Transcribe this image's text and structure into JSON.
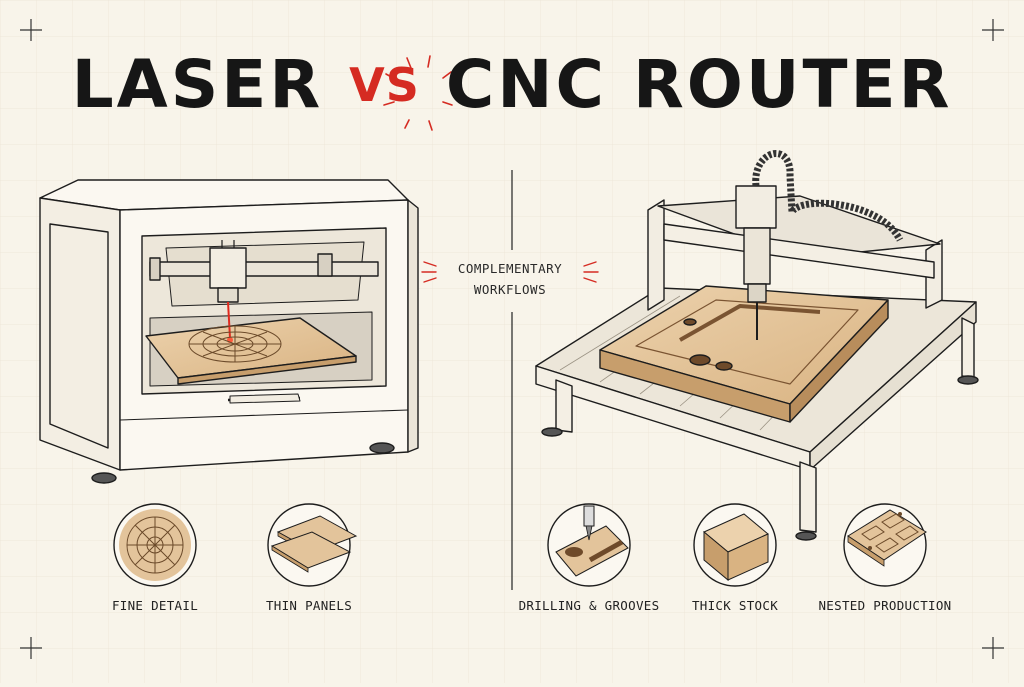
{
  "title": {
    "left": "LASER",
    "vs": "VS",
    "right": "CNC ROUTER"
  },
  "center_label": {
    "line1": "COMPLEMENTARY",
    "line2": "WORKFLOWS"
  },
  "laser": {
    "features": [
      {
        "label": "FINE DETAIL",
        "icon": "mandala-engraving-icon"
      },
      {
        "label": "THIN PANELS",
        "icon": "thin-panels-icon"
      }
    ]
  },
  "cnc": {
    "features": [
      {
        "label": "DRILLING & GROOVES",
        "icon": "drill-groove-icon"
      },
      {
        "label": "THICK STOCK",
        "icon": "thick-block-icon"
      },
      {
        "label": "NESTED PRODUCTION",
        "icon": "nested-parts-icon"
      }
    ]
  },
  "colors": {
    "accent": "#d52b22",
    "wood": "#e3c49b",
    "wood_dark": "#c79e6c",
    "ink": "#1d1d1d",
    "paper": "#f8f4ea"
  }
}
